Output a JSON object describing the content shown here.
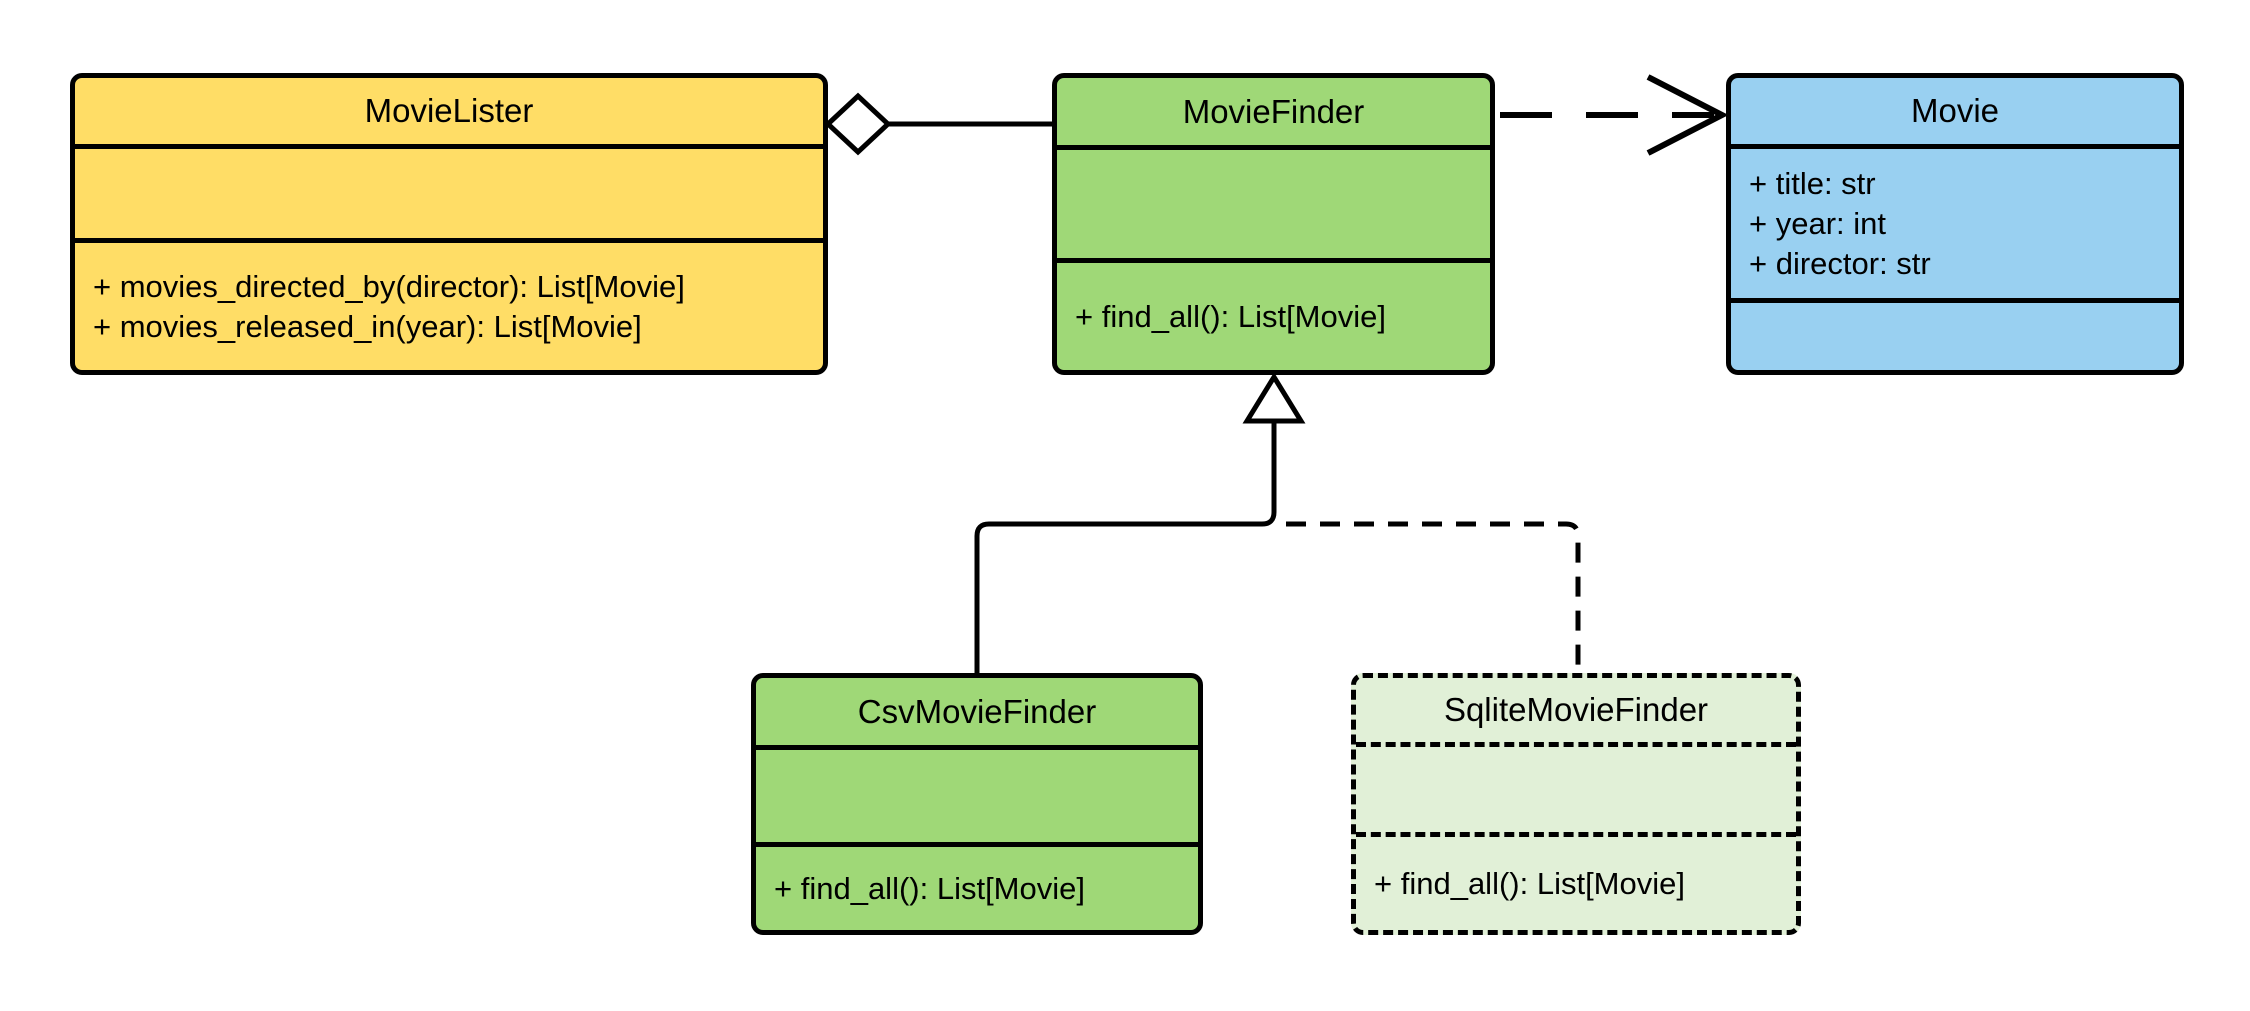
{
  "diagram": {
    "kind": "uml-class-diagram",
    "stroke_color": "#000000",
    "background": "#ffffff",
    "classes": [
      {
        "name": "MovieLister",
        "fill": "#FFDD66",
        "attributes": [],
        "methods": [
          "+ movies_directed_by(director): List[Movie]",
          "+ movies_released_in(year): List[Movie]"
        ],
        "border_style": "solid"
      },
      {
        "name": "MovieFinder",
        "fill": "#9FD877",
        "attributes": [],
        "methods": [
          "+ find_all(): List[Movie]"
        ],
        "border_style": "solid"
      },
      {
        "name": "Movie",
        "fill": "#99D0F1",
        "attributes": [
          "+ title: str",
          "+ year: int",
          "+ director: str"
        ],
        "methods": [],
        "border_style": "solid"
      },
      {
        "name": "CsvMovieFinder",
        "fill": "#9FD877",
        "attributes": [],
        "methods": [
          "+ find_all(): List[Movie]"
        ],
        "border_style": "solid"
      },
      {
        "name": "SqliteMovieFinder",
        "fill": "#E1F0D7",
        "attributes": [],
        "methods": [
          "+ find_all(): List[Movie]"
        ],
        "border_style": "dashed"
      }
    ],
    "relationships": [
      {
        "type": "aggregation",
        "from": "MovieLister",
        "to": "MovieFinder",
        "line": "solid",
        "marker": "hollow-diamond"
      },
      {
        "type": "dependency",
        "from": "MovieFinder",
        "to": "Movie",
        "line": "dashed",
        "marker": "open-arrow"
      },
      {
        "type": "inheritance",
        "from": "CsvMovieFinder",
        "to": "MovieFinder",
        "line": "solid",
        "marker": "hollow-triangle"
      },
      {
        "type": "inheritance",
        "from": "SqliteMovieFinder",
        "to": "MovieFinder",
        "line": "dashed",
        "marker": "hollow-triangle"
      }
    ]
  }
}
